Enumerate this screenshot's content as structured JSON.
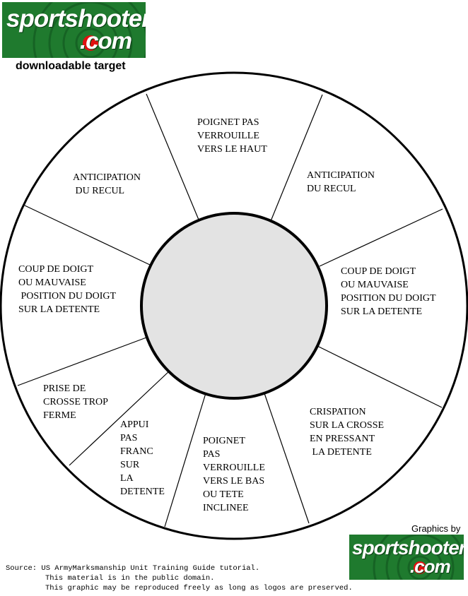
{
  "header": {
    "logo": {
      "word1": "sportshooter",
      "word2": ".com"
    },
    "caption": "downloadable target"
  },
  "footer": {
    "graphics_by": "Graphics by",
    "logo": {
      "word1": "sportshooter",
      "word2": ".com"
    },
    "source_lines": [
      "Source: US ArmyMarksmanship Unit Training Guide tutorial.",
      "This material is in the public domain.",
      "This graphic may be reproduced freely as long as logos are preserved."
    ]
  },
  "colors": {
    "logo_green": "#1f7a2e",
    "bullseye_red": "#e01010",
    "center_fill": "#e3e3e3",
    "outline": "#000000"
  },
  "segments": [
    {
      "id": "top",
      "label": "POIGNET PAS\nVERROUILLE\nVERS LE HAUT"
    },
    {
      "id": "top-left",
      "label": "ANTICIPATION\n DU RECUL"
    },
    {
      "id": "top-right",
      "label": "ANTICIPATION\nDU RECUL"
    },
    {
      "id": "left",
      "label": "COUP DE DOIGT\nOU MAUVAISE\n POSITION DU DOIGT\nSUR LA DETENTE"
    },
    {
      "id": "right",
      "label": "COUP DE DOIGT\nOU MAUVAISE\nPOSITION DU DOIGT\nSUR LA DETENTE"
    },
    {
      "id": "lower-left",
      "label": "PRISE DE\nCROSSE TROP\nFERME"
    },
    {
      "id": "bottom-left",
      "label": "APPUI\nPAS\nFRANC\nSUR\nLA\nDETENTE"
    },
    {
      "id": "bottom",
      "label": "POIGNET\nPAS\nVERROUILLE\nVERS LE BAS\nOU TETE\nINCLINEE"
    },
    {
      "id": "lower-right",
      "label": "CRISPATION\nSUR LA CROSSE\nEN PRESSANT\n LA DETENTE"
    }
  ]
}
